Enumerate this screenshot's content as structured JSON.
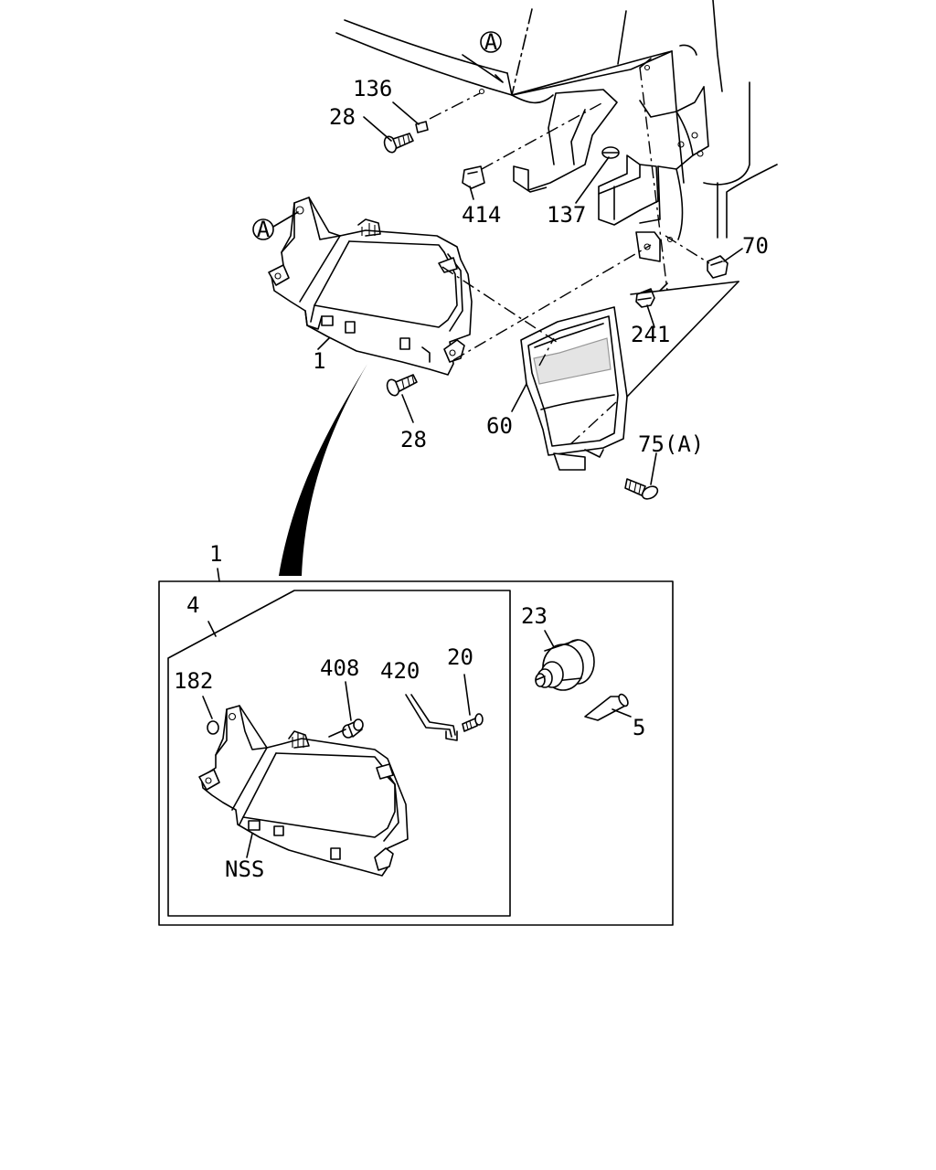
{
  "diagram": {
    "ref_symbol": "A",
    "callouts": {
      "c136": "136",
      "c28_top": "28",
      "c414": "414",
      "c137": "137",
      "c70": "70",
      "c241": "241",
      "c1_top": "1",
      "c28_bottom": "28",
      "c60": "60",
      "c75a": "75(A)",
      "c1_box": "1",
      "c4": "4",
      "c182": "182",
      "c408": "408",
      "c420": "420",
      "c20": "20",
      "c23": "23",
      "c5": "5",
      "nss": "NSS"
    }
  }
}
